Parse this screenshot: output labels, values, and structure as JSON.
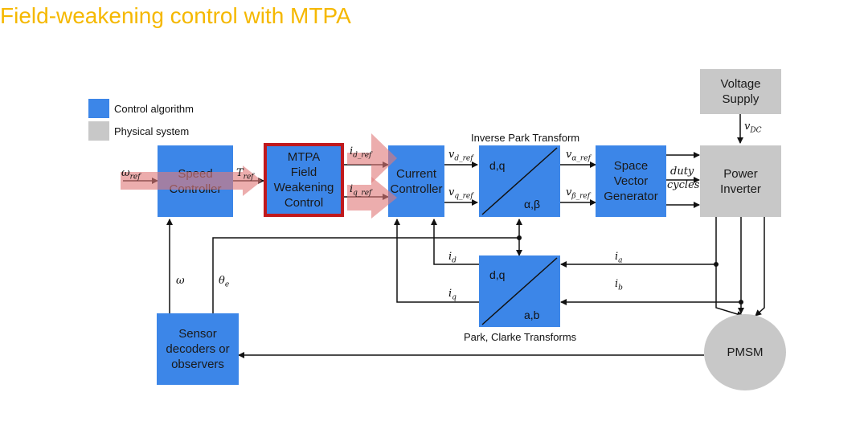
{
  "title": "Field-weakening control with MTPA",
  "legend": [
    {
      "label": "Control algorithm",
      "color": "#3c86e8"
    },
    {
      "label": "Physical system",
      "color": "#c8c8c8"
    }
  ],
  "blocks": {
    "speed_controller": "Speed\nController",
    "mtpa": "MTPA\nField\nWeakening\nControl",
    "current_controller": "Current\nController",
    "space_vector": "Space\nVector\nGenerator",
    "power_inverter": "Power\nInverter",
    "voltage_supply": "Voltage\nSupply",
    "sensor": "Sensor\ndecoders or\nobservers",
    "pmsm": "PMSM"
  },
  "transforms": {
    "inverse_park": {
      "caption": "Inverse Park Transform",
      "top": "d,q",
      "bottom": "α,β"
    },
    "park_clarke": {
      "caption": "Park, Clarke Transforms",
      "top": "d,q",
      "bottom": "a,b"
    }
  },
  "signals": {
    "omega_ref": {
      "base": "ω",
      "sub": "ref"
    },
    "t_ref": {
      "base": "T",
      "sub": "ref"
    },
    "id_ref": {
      "base": "i",
      "sub": "d_ref"
    },
    "iq_ref": {
      "base": "i",
      "sub": "q_ref"
    },
    "vd_ref": {
      "base": "v",
      "sub": "d_ref"
    },
    "vq_ref": {
      "base": "v",
      "sub": "q_ref"
    },
    "valpha_ref": {
      "base": "v",
      "sub": "α_ref"
    },
    "vbeta_ref": {
      "base": "v",
      "sub": "β_ref"
    },
    "duty": "duty",
    "cycles": "cycles",
    "vdc": {
      "base": "v",
      "sub": "DC"
    },
    "ia": {
      "base": "i",
      "sub": "a"
    },
    "ib": {
      "base": "i",
      "sub": "b"
    },
    "id": {
      "base": "i",
      "sub": "d"
    },
    "iq": {
      "base": "i",
      "sub": "q"
    },
    "omega": "ω",
    "theta_e": {
      "base": "θ",
      "sub": "e"
    }
  },
  "colors": {
    "accent_title": "#f5b800",
    "highlight_border": "#c0191c",
    "highlight_arrow": "#e07a7a"
  }
}
